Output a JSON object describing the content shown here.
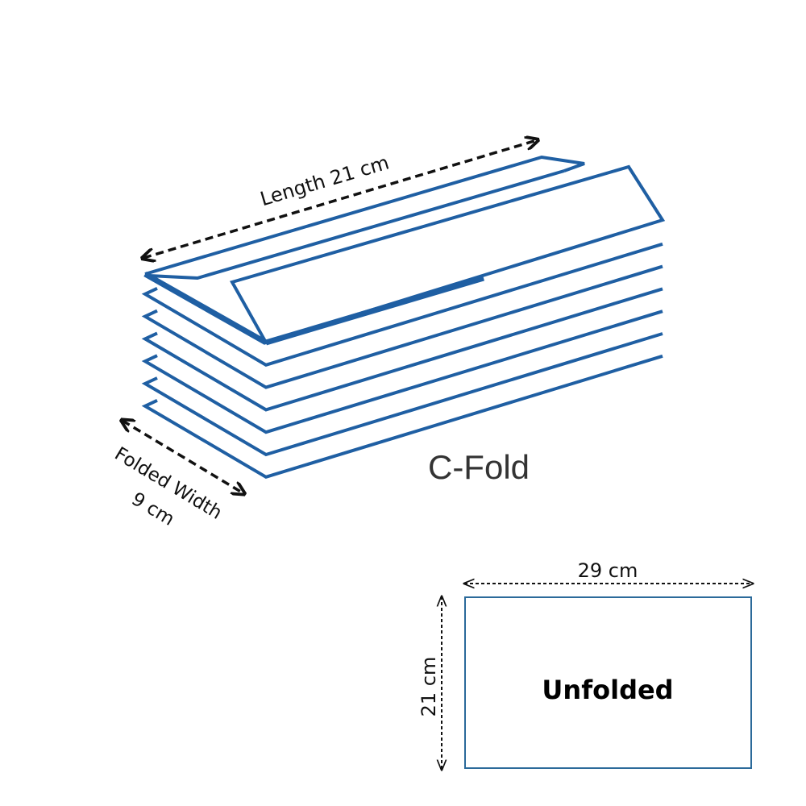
{
  "diagram": {
    "length_label": "Length 21 cm",
    "folded_width_label": "Folded Width",
    "folded_width_value": "9 cm",
    "fold_type": "C-Fold",
    "unfolded_width_label": "29 cm",
    "unfolded_height_label": "21 cm",
    "unfolded_label": "Unfolded",
    "sheet_count_below_top": 6
  },
  "colors": {
    "sheet_stroke": "#1f5fa3",
    "unfolded_rect_stroke": "#2b6a9a",
    "arrow": "#111111"
  }
}
